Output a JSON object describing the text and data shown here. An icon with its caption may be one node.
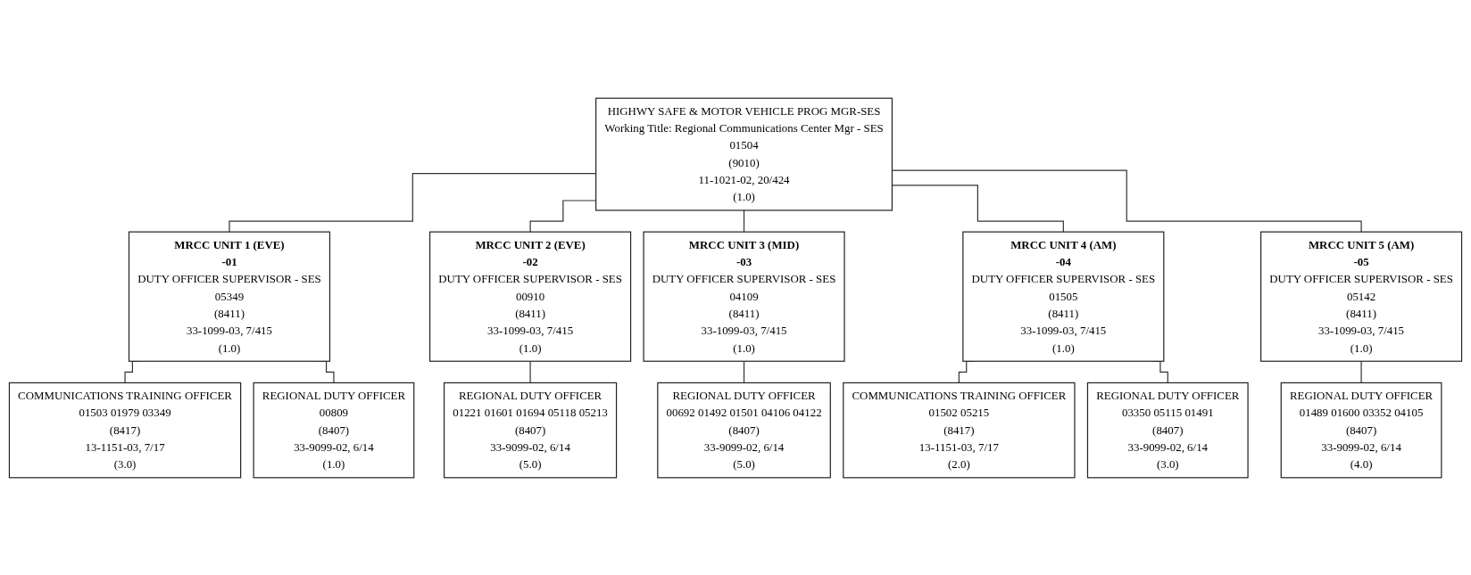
{
  "diagram": {
    "nodes": [
      {
        "text": [
          "HIGHWY SAFE & MOTOR VEHICLE PROG MGR-SES",
          "Working Title: Regional Communications Center Mgr - SES",
          "01504",
          "(9010)",
          "11-1021-02, 20/424",
          "(1.0)"
        ]
      },
      {
        "text": [
          "MRCC UNIT 1 (EVE)",
          "-01",
          "DUTY OFFICER SUPERVISOR - SES",
          "05349",
          "(8411)",
          "33-1099-03, 7/415",
          "(1.0)"
        ]
      },
      {
        "text": [
          "MRCC UNIT 2 (EVE)",
          "-02",
          "DUTY OFFICER SUPERVISOR - SES",
          "00910",
          "(8411)",
          "33-1099-03, 7/415",
          "(1.0)"
        ]
      },
      {
        "text": [
          "MRCC UNIT 3 (MID)",
          "-03",
          "DUTY OFFICER SUPERVISOR - SES",
          "04109",
          "(8411)",
          "33-1099-03, 7/415",
          "(1.0)"
        ]
      },
      {
        "text": [
          "MRCC UNIT 4 (AM)",
          "-04",
          "DUTY OFFICER SUPERVISOR - SES",
          "01505",
          "(8411)",
          "33-1099-03, 7/415",
          "(1.0)"
        ]
      },
      {
        "text": [
          "MRCC UNIT 5 (AM)",
          "-05",
          "DUTY OFFICER SUPERVISOR - SES",
          "05142",
          "(8411)",
          "33-1099-03, 7/415",
          "(1.0)"
        ]
      },
      {
        "text": [
          "COMMUNICATIONS TRAINING OFFICER",
          "01503 01979 03349",
          "(8417)",
          "13-1151-03, 7/17",
          "(3.0)"
        ]
      },
      {
        "text": [
          "REGIONAL DUTY OFFICER",
          "01221 01601 01694 05118 05213",
          "(8407)",
          "33-9099-02, 6/14",
          "(5.0)"
        ]
      },
      {
        "text": [
          "REGIONAL DUTY OFFICER",
          "00692 01492 01501 04106 04122",
          "(8407)",
          "33-9099-02, 6/14",
          "(5.0)"
        ]
      },
      {
        "text": [
          "COMMUNICATIONS TRAINING OFFICER",
          "01502 05215",
          "(8417)",
          "13-1151-03, 7/17",
          "(2.0)"
        ]
      },
      {
        "text": [
          "REGIONAL DUTY OFFICER",
          "01489 01600 03352 04105",
          "(8407)",
          "33-9099-02, 6/14",
          "(4.0)"
        ]
      },
      {
        "text": [
          "REGIONAL DUTY OFFICER",
          "00809",
          "(8407)",
          "33-9099-02, 6/14",
          "(1.0)"
        ]
      },
      {
        "text": [
          "REGIONAL DUTY OFFICER",
          "03350 05115 01491",
          "(8407)",
          "33-9099-02, 6/14",
          "(3.0)"
        ]
      }
    ],
    "edges": [
      {
        "from": 0,
        "to": 1,
        "arrow": "none"
      },
      {
        "from": 0,
        "to": 2,
        "arrow": "none"
      },
      {
        "from": 0,
        "to": 3,
        "arrow": "none"
      },
      {
        "from": 0,
        "to": 4,
        "arrow": "none"
      },
      {
        "from": 0,
        "to": 5,
        "arrow": "none"
      },
      {
        "from": 1,
        "to": 6,
        "arrow": "none"
      },
      {
        "from": 1,
        "to": 11,
        "arrow": "none"
      },
      {
        "from": 2,
        "to": 7,
        "arrow": "none"
      },
      {
        "from": 3,
        "to": 8,
        "arrow": "none"
      },
      {
        "from": 4,
        "to": 9,
        "arrow": "none"
      },
      {
        "from": 4,
        "to": 12,
        "arrow": "none"
      },
      {
        "from": 5,
        "to": 10,
        "arrow": "none"
      }
    ]
  }
}
